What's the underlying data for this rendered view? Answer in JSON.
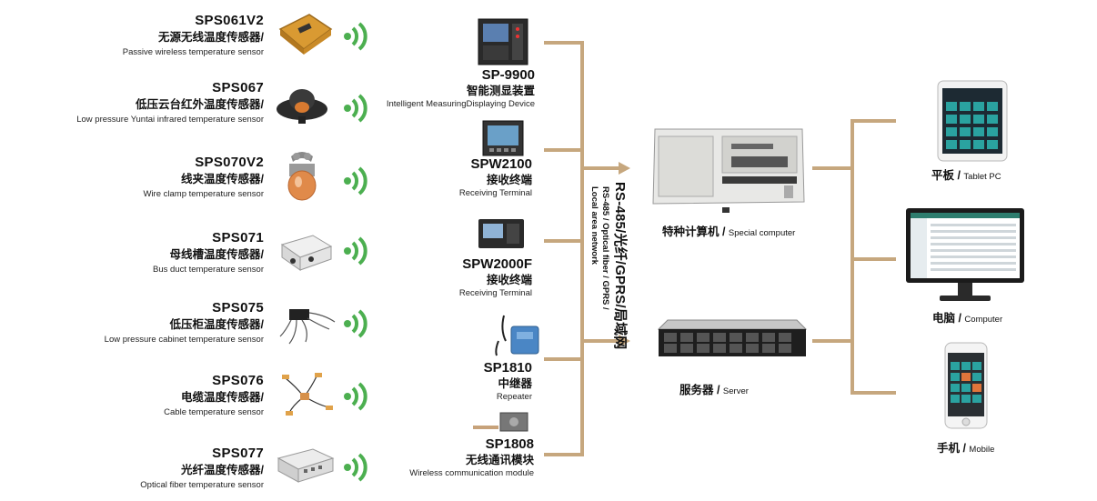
{
  "sensors": [
    {
      "code": "SPS061V2",
      "cn": "无源无线温度传感器/",
      "en": "Passive wireless temperature sensor"
    },
    {
      "code": "SPS067",
      "cn": "低压云台红外温度传感器/",
      "en": "Low pressure Yuntai infrared temperature sensor"
    },
    {
      "code": "SPS070V2",
      "cn": "线夹温度传感器/",
      "en": "Wire clamp temperature sensor"
    },
    {
      "code": "SPS071",
      "cn": "母线槽温度传感器/",
      "en": "Bus duct temperature sensor"
    },
    {
      "code": "SPS075",
      "cn": "低压柜温度传感器/",
      "en": "Low pressure cabinet temperature sensor"
    },
    {
      "code": "SPS076",
      "cn": "电缆温度传感器/",
      "en": "Cable temperature sensor"
    },
    {
      "code": "SPS077",
      "cn": "光纤温度传感器/",
      "en": "Optical fiber temperature sensor"
    }
  ],
  "devices": [
    {
      "code": "SP-9900",
      "cn": "智能测显装置",
      "en": "Intelligent MeasuringDisplaying Device"
    },
    {
      "code": "SPW2100",
      "cn": "接收终端",
      "en": "Receiving Terminal"
    },
    {
      "code": "SPW2000F",
      "cn": "接收终端",
      "en": "Receiving Terminal"
    },
    {
      "code": "SP1810",
      "cn": "中继器",
      "en": "Repeater"
    },
    {
      "code": "SP1808",
      "cn": "无线通讯模块",
      "en": "Wireless communication module"
    }
  ],
  "network": {
    "main_label": "RS-485/光纤/GPRS/局域网",
    "sub_label_line1": "RS-485 / Optical fiber / GPRS /",
    "sub_label_line2": "Local area network"
  },
  "computers": [
    {
      "cn": "特种计算机 / ",
      "en": "Special computer"
    },
    {
      "cn": "服务器 / ",
      "en": "Server"
    }
  ],
  "endpoints": [
    {
      "cn": "平板 / ",
      "en": "Tablet PC"
    },
    {
      "cn": "电脑 / ",
      "en": "Computer"
    },
    {
      "cn": "手机 / ",
      "en": "Mobile"
    }
  ],
  "colors": {
    "connector": "#c6a77e",
    "wifi": "#4caf50",
    "sensor_gold": "#d99a32"
  }
}
